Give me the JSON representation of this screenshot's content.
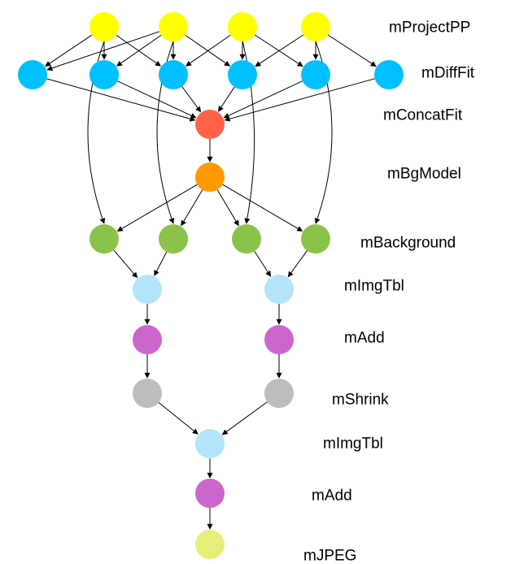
{
  "diagram": {
    "stages": [
      {
        "id": "mProjectPP",
        "label": "mProjectPP",
        "color": "#FFFF00",
        "count": 4
      },
      {
        "id": "mDiffFit",
        "label": "mDiffFit",
        "color": "#00BFFF",
        "count": 6
      },
      {
        "id": "mConcatFit",
        "label": "mConcatFit",
        "color": "#FF6347",
        "count": 1
      },
      {
        "id": "mBgModel",
        "label": "mBgModel",
        "color": "#FF9900",
        "count": 1
      },
      {
        "id": "mBackground",
        "label": "mBackground",
        "color": "#8BC34A",
        "count": 4
      },
      {
        "id": "mImgTbl-1",
        "label": "mImgTbl",
        "color": "#B3E5FC",
        "count": 2
      },
      {
        "id": "mAdd-1",
        "label": "mAdd",
        "color": "#CC66CC",
        "count": 2
      },
      {
        "id": "mShrink",
        "label": "mShrink",
        "color": "#BDBDBD",
        "count": 2
      },
      {
        "id": "mImgTbl-2",
        "label": "mImgTbl",
        "color": "#B3E5FC",
        "count": 1
      },
      {
        "id": "mAdd-2",
        "label": "mAdd",
        "color": "#CC66CC",
        "count": 1
      },
      {
        "id": "mJPEG",
        "label": "mJPEG",
        "color": "#E6EE7A",
        "count": 1
      }
    ],
    "edge_color": "#000000"
  }
}
